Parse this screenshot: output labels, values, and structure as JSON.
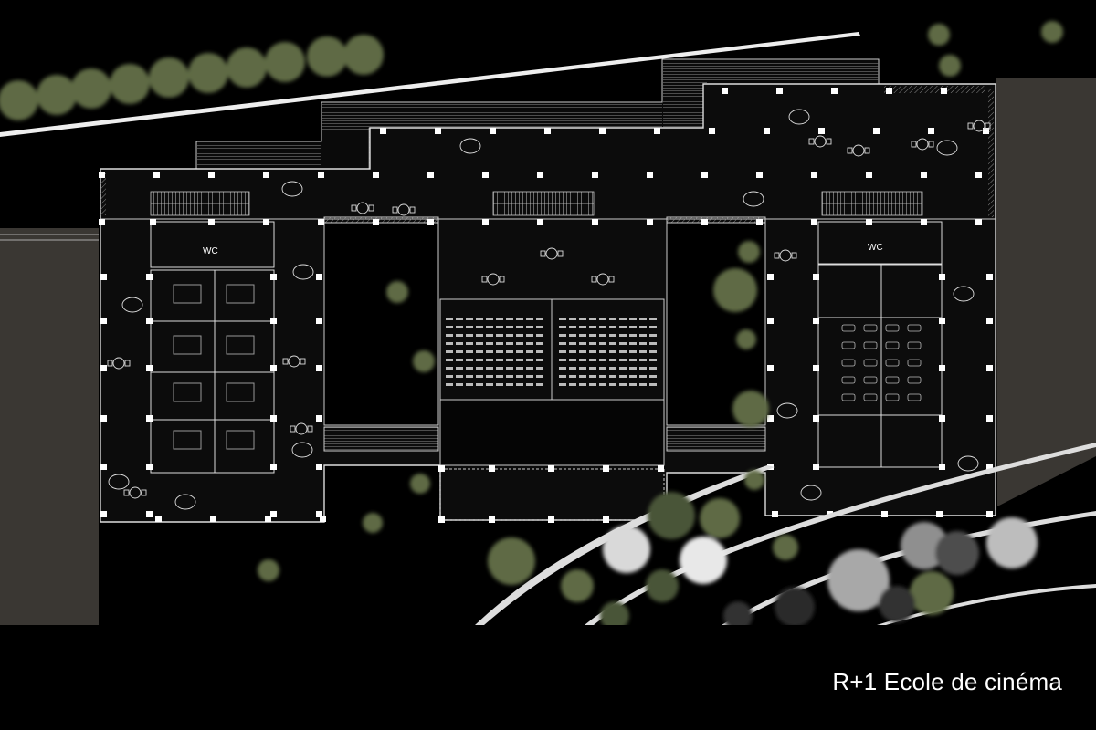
{
  "caption": "R+1 Ecole de cinéma",
  "rooms": {
    "wc_left": "WC",
    "wc_right": "WC"
  },
  "colors": {
    "background": "#000000",
    "line": "#ffffff",
    "tree_green": "#5e6b45",
    "neighbor_building": "#3a3733",
    "floor": "#0c0c0c"
  }
}
